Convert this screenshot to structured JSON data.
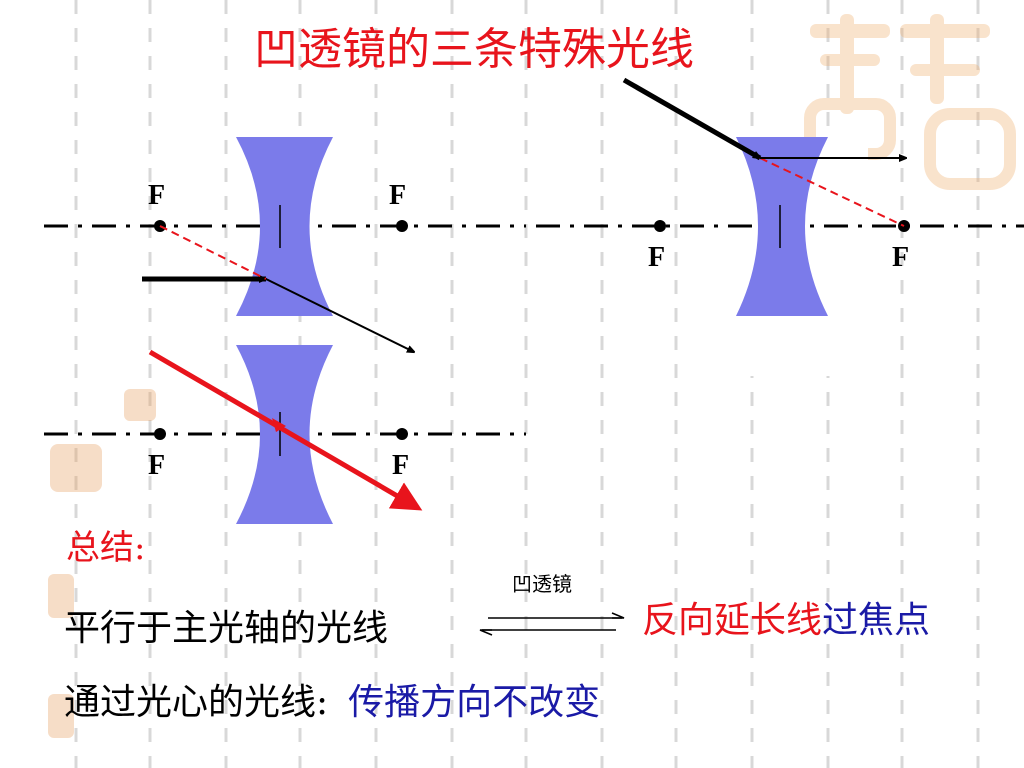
{
  "title": "凹透镜的三条特殊光线",
  "focus_label": "F",
  "summary": {
    "heading": "总结",
    "heading_colon": ":",
    "row1_left": "平行于主光轴的光线",
    "row1_arrow_label": "凹透镜",
    "row1_result_red": "反向延长线",
    "row1_result_blue": "过焦点",
    "row2_left": "通过光心的光线",
    "row2_colon": ":",
    "row2_result": "传播方向不改变"
  },
  "colors": {
    "title": "#e8141c",
    "lens_fill": "#7b7bea",
    "ray_black": "#000000",
    "ray_red": "#e8141c",
    "result_blue": "#1a1aa6"
  }
}
